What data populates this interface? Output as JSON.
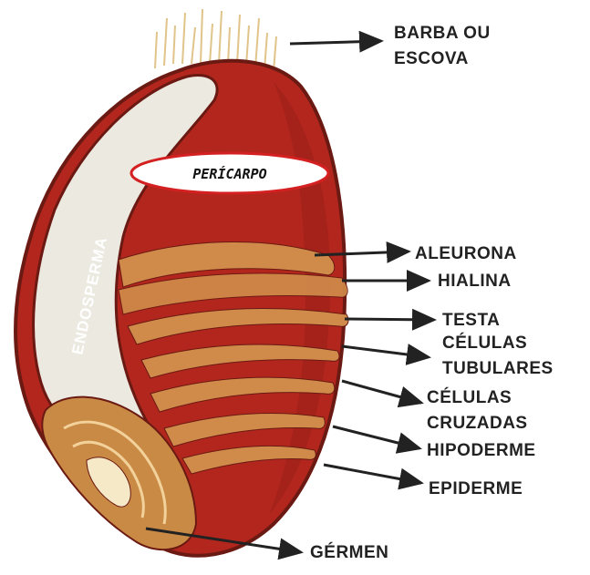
{
  "diagram": {
    "labels": {
      "barba": [
        "BARBA OU",
        "ESCOVA"
      ],
      "pericarpo": "PERÍCARPO",
      "endosperma": "ENDOSPERMA",
      "aleurona": "ALEURONA",
      "hialina": "HIALINA",
      "testa": "TESTA",
      "celulas_tubulares": [
        "CÉLULAS",
        "TUBULARES"
      ],
      "celulas_cruzadas": [
        "CÉLULAS",
        "CRUZADAS"
      ],
      "hipoderme": "HIPODERME",
      "epiderme": "EPIDERME",
      "germen": "GÉRMEN"
    },
    "colors": {
      "pericarp_red": "#b3261e",
      "pericarp_dark": "#8e1c16",
      "layer_tan": "#d08a4a",
      "endosperm": "#ece9e1",
      "germ": "#c98a45",
      "outline": "#6a1a12",
      "bristle": "#e0c48a",
      "arrow": "#222222",
      "label_oval_border": "#d42020"
    }
  }
}
